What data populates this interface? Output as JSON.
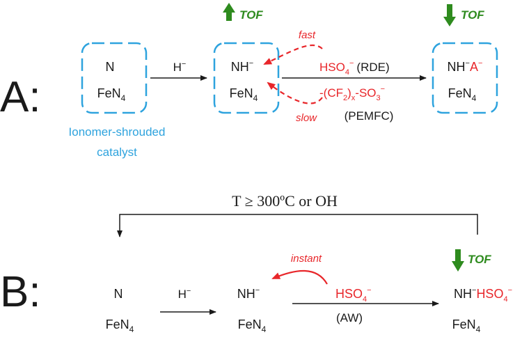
{
  "colors": {
    "blue": "#2EA3DE",
    "red": "#E8262A",
    "green": "#2E8B1E",
    "black": "#1a1a1a"
  },
  "panel_a": {
    "label": "A:",
    "box1": {
      "top": "N",
      "bottom": "FeN",
      "bottom_sub": "4"
    },
    "arrow1_label": "H",
    "arrow1_sup": "−",
    "box2": {
      "top": "NH",
      "top_sup": "−",
      "bottom": "FeN",
      "bottom_sub": "4"
    },
    "box3": {
      "top_a": "NH",
      "top_sup_a": "−",
      "top_b": "A",
      "top_sup_b": "−",
      "bottom": "FeN",
      "bottom_sub": "4"
    },
    "tof_up": "TOF",
    "tof_down": "TOF",
    "fast": "fast",
    "slow": "slow",
    "rde_reagent": "HSO",
    "rde_sub": "4",
    "rde_sup": "−",
    "rde_label": "(RDE)",
    "pemfc_p1": "-(CF",
    "pemfc_sub1": "2",
    "pemfc_p2": ")",
    "pemfc_sub2": "x",
    "pemfc_p3": "-SO",
    "pemfc_sub3": "3",
    "pemfc_sup3": "−",
    "pemfc_label": "(PEMFC)",
    "caption_line1": "Ionomer-shrouded",
    "caption_line2": "catalyst"
  },
  "panel_b": {
    "label": "B:",
    "top_condition": "T ≥ 300ºC or OH",
    "n1": "N",
    "fe1": "FeN",
    "fe1_sub": "4",
    "arrow1_label": "H",
    "arrow1_sup": "−",
    "n2": "NH",
    "n2_sup": "−",
    "fe2": "FeN",
    "fe2_sub": "4",
    "instant": "instant",
    "reagent": "HSO",
    "reagent_sub": "4",
    "reagent_sup": "−",
    "aw_label": "(AW)",
    "n3_a": "NH",
    "n3_sup_a": "−",
    "n3_b": "HSO",
    "n3_sub_b": "4",
    "n3_sup_b": "−",
    "fe3": "FeN",
    "fe3_sub": "4",
    "tof_down": "TOF"
  }
}
